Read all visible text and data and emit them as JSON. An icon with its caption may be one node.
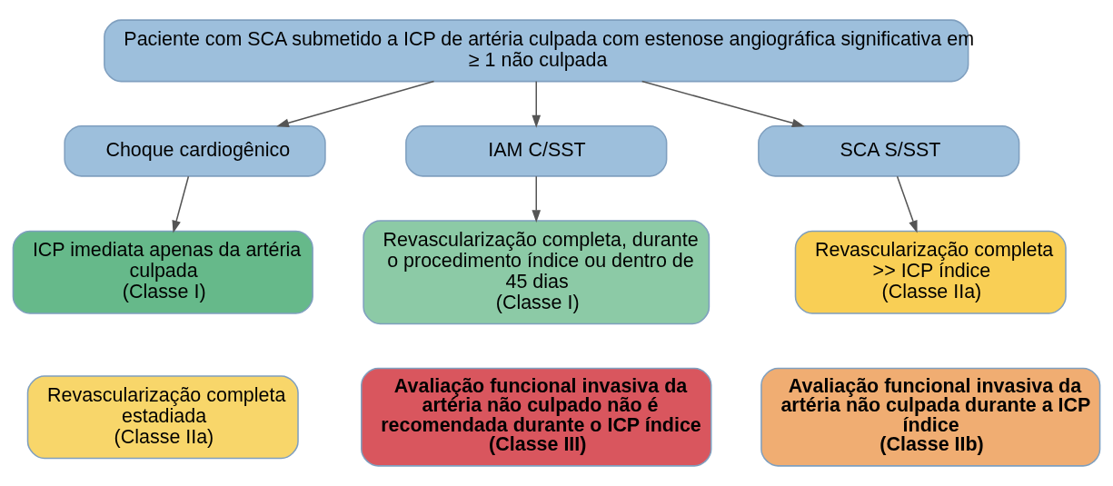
{
  "diagram": {
    "nodes": [
      {
        "text": [
          "Paciente com SCA submetido a ICP de artéria culpada com estenose angiográfica significativa em ≥ 1 não culpada"
        ]
      },
      {
        "text": [
          "Choque cardiogênico"
        ]
      },
      {
        "text": [
          "IAM C/SST"
        ]
      },
      {
        "text": [
          "SCA S/SST"
        ]
      },
      {
        "text": [
          "ICP imediata apenas da artéria culpada",
          "(Classe I)"
        ]
      },
      {
        "text": [
          "Revascularização completa estadiada",
          "(Classe IIa)"
        ]
      },
      {
        "text": [
          "Revascularização completa, durante o procedimento índice ou dentro de 45 dias",
          "(Classe I)"
        ]
      },
      {
        "text": [
          "Avaliação funcional invasiva da artéria não culpado não é recomendada durante o ICP índice",
          "(Classe III)"
        ]
      },
      {
        "text": [
          "Revascularização completa",
          ">> ICP índice",
          "(Classe IIa)"
        ]
      },
      {
        "text": [
          "Avaliação funcional invasiva da artéria não culpada durante a ICP índice",
          "(Classe IIb)"
        ]
      }
    ],
    "edges": [
      {
        "from": 0,
        "to": 1,
        "arrow": "to"
      },
      {
        "from": 0,
        "to": 2,
        "arrow": "to"
      },
      {
        "from": 0,
        "to": 3,
        "arrow": "to"
      },
      {
        "from": 1,
        "to": 4,
        "arrow": "to"
      },
      {
        "from": 2,
        "to": 6,
        "arrow": "to"
      },
      {
        "from": 3,
        "to": 8,
        "arrow": "to"
      }
    ]
  }
}
